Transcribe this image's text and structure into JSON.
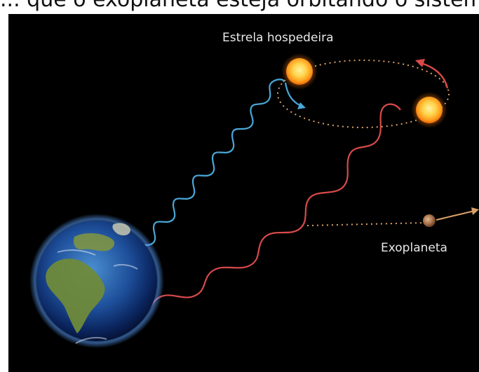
{
  "top_text": "... que o exoplaneta esteja orbitando o sistema ...",
  "diagram": {
    "star_label": "Estrela hospedeira",
    "planet_label": "Exoplaneta"
  },
  "colors": {
    "background": "#000000",
    "blue_wave": "#4aa8d8",
    "red_wave": "#d84a4a",
    "orbit_dots": "#d9a066",
    "star_core": "#ffd24a",
    "star_glow": "#ff8a1a"
  }
}
